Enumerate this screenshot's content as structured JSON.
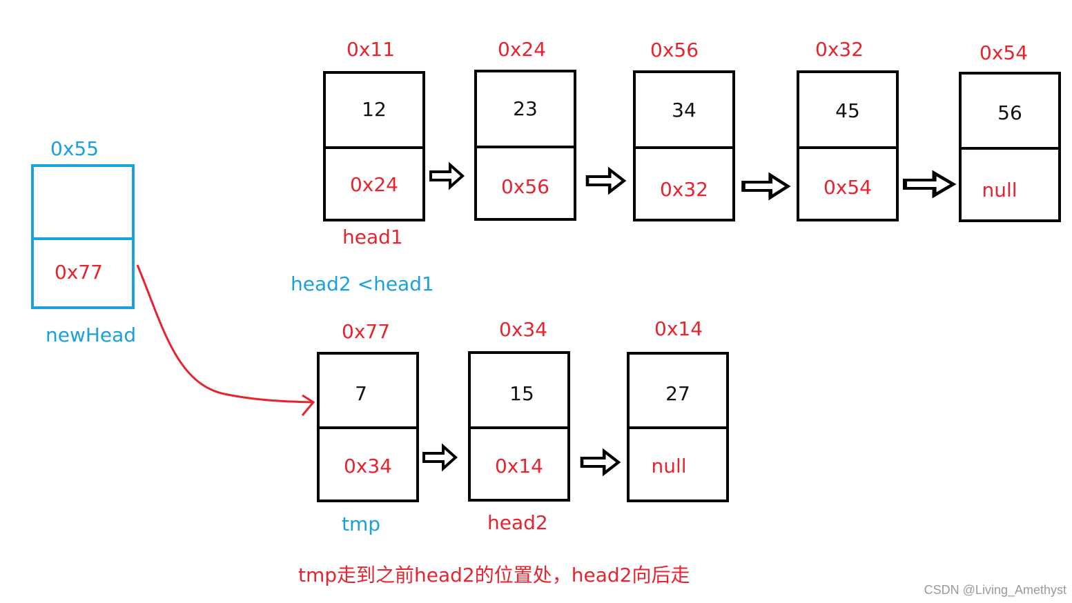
{
  "top_list": {
    "nodes": [
      {
        "address": "0x11",
        "value": "12",
        "next": "0x24"
      },
      {
        "address": "0x24",
        "value": "23",
        "next": "0x56"
      },
      {
        "address": "0x56",
        "value": "34",
        "next": "0x32"
      },
      {
        "address": "0x32",
        "value": "45",
        "next": "0x54"
      },
      {
        "address": "0x54",
        "value": "56",
        "next": "null"
      }
    ],
    "pointer_label": "head1"
  },
  "new_head": {
    "address": "0x55",
    "value": "",
    "next": "0x77",
    "label": "newHead"
  },
  "comparison": "head2 <head1",
  "bottom_list": {
    "nodes": [
      {
        "address": "0x77",
        "value": "7",
        "next": "0x34"
      },
      {
        "address": "0x34",
        "value": "15",
        "next": "0x14"
      },
      {
        "address": "0x14",
        "value": "27",
        "next": "null"
      }
    ],
    "pointer_labels": {
      "tmp": "tmp",
      "head2": "head2"
    }
  },
  "caption": "tmp走到之前head2的位置处，head2向后走",
  "watermark": "CSDN @Living_Amethyst",
  "colors": {
    "address": "#e8232e",
    "pointer_blue": "#1aa0dc",
    "box_black": "#000000"
  }
}
